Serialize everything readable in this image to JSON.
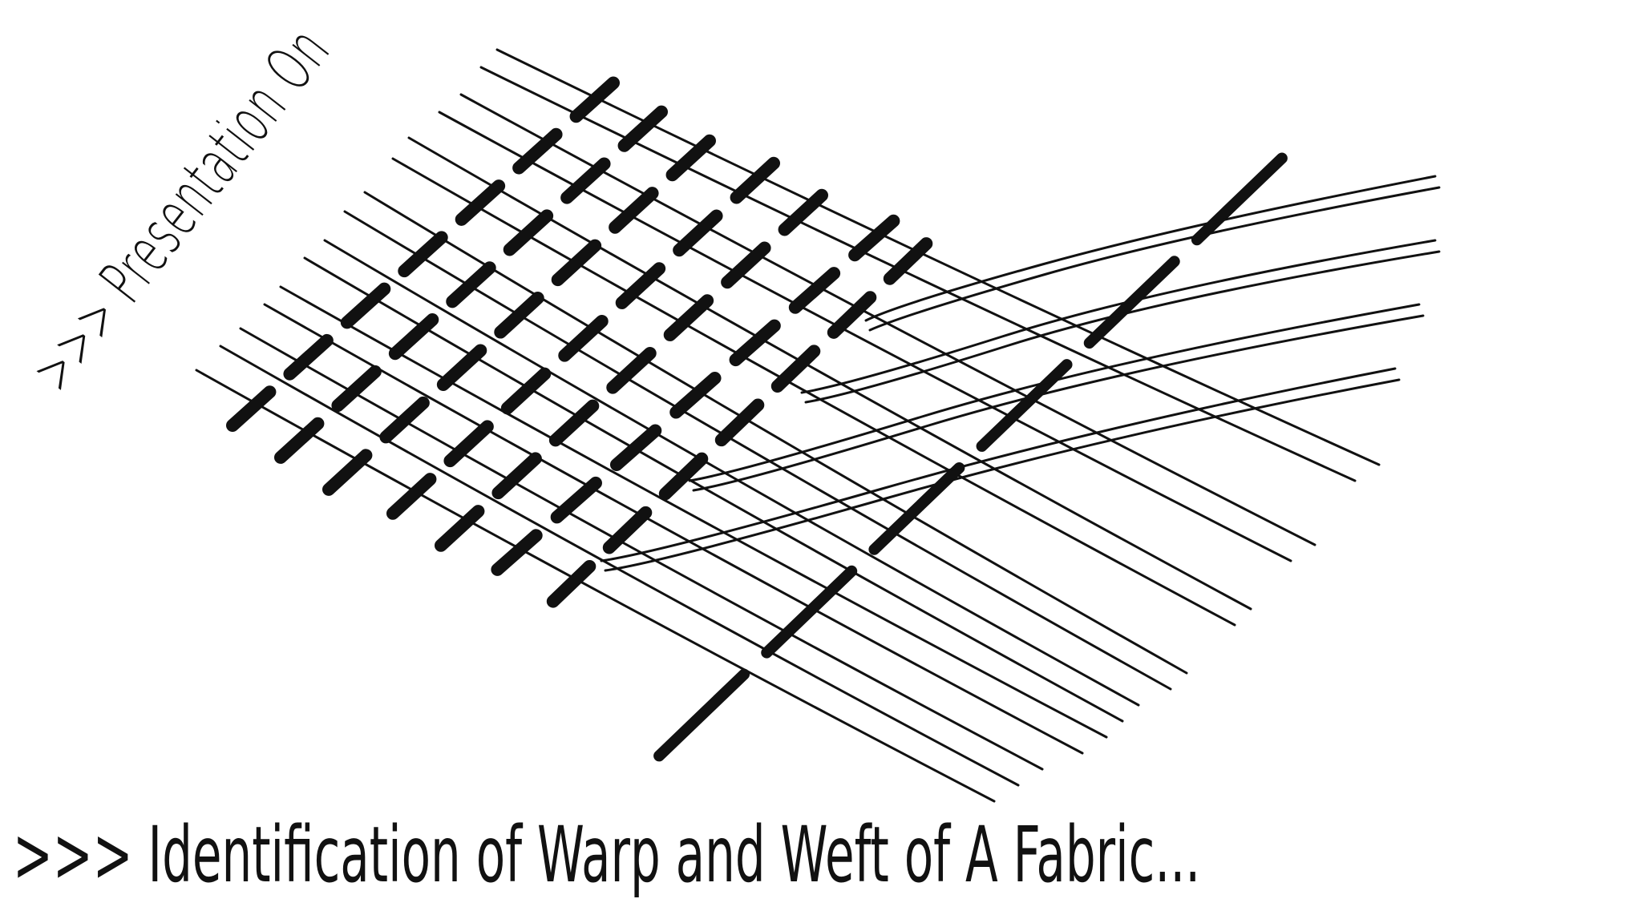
{
  "slide": {
    "subtitle": ">>> Presentation On",
    "title": ">>> Identification of Warp and Weft of A Fabric..."
  },
  "illustration": {
    "icon": "woven-fabric-warp-weft-illustration",
    "colors": {
      "ink": "#111111",
      "background": "#ffffff"
    }
  }
}
